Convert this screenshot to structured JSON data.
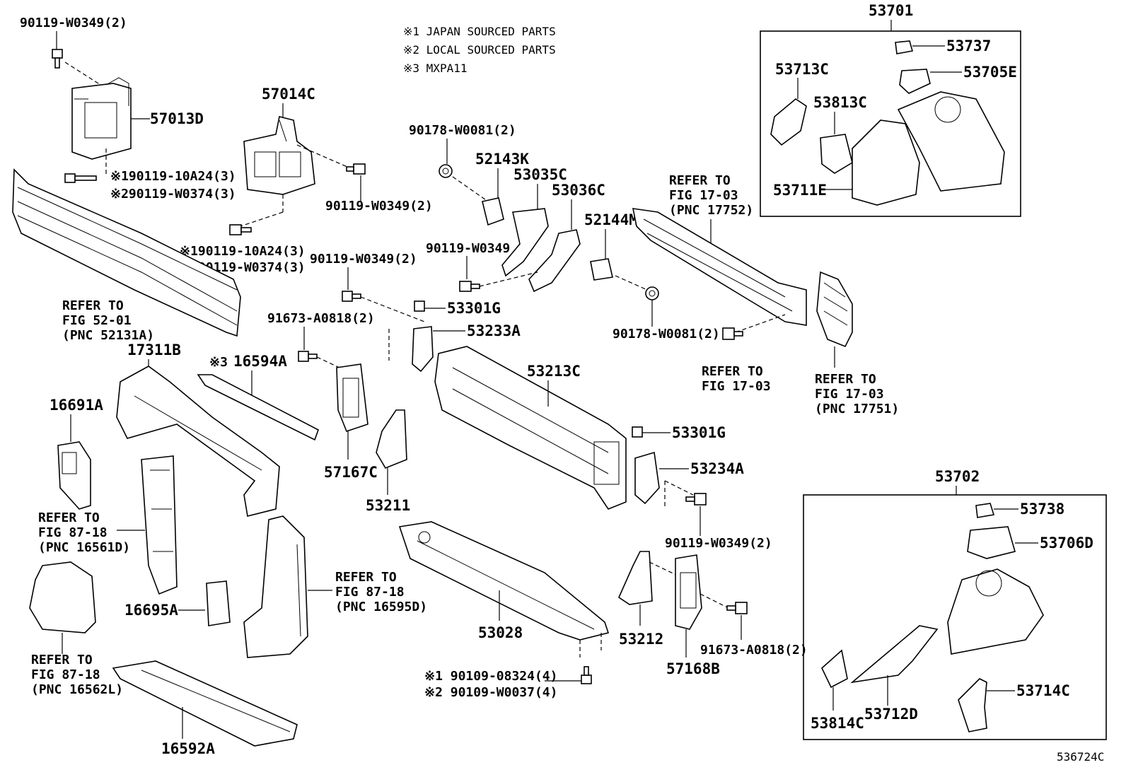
{
  "legend": [
    "※1  JAPAN SOURCED PARTS",
    "※2  LOCAL SOURCED PARTS",
    "※3  MXPA11"
  ],
  "labels": {
    "p_90119_w0349_2_top": "90119-W0349(2)",
    "p_57013d": "57013D",
    "p_90119_10a24_a": "※190119-10A24(3)",
    "p_90119_w0374_a": "※290119-W0374(3)",
    "p_57014c": "57014C",
    "p_90119_w0349_2_mid": "90119-W0349(2)",
    "p_90119_10a24_b": "※190119-10A24(3)",
    "p_90119_w0374_b": "※290119-W0374(3)",
    "p_refer_52_01_a": "REFER TO",
    "p_refer_52_01_b": "FIG 52-01",
    "p_refer_52_01_c": "(PNC 52131A)",
    "p_90178_w0081_2_a": "90178-W0081(2)",
    "p_52143k": "52143K",
    "p_53035c": "53035C",
    "p_53036c": "53036C",
    "p_52144m": "52144M",
    "p_refer_17752_a": "REFER TO",
    "p_refer_17752_b": "FIG 17-03",
    "p_refer_17752_c": "(PNC 17752)",
    "p_90119_w0349_single": "90119-W0349",
    "p_90119_w0349_2_c": "90119-W0349(2)",
    "p_53301g_a": "53301G",
    "p_91673_a0818_2_a": "91673-A0818(2)",
    "p_53233a": "53233A",
    "p_90178_w0081_2_b": "90178-W0081(2)",
    "p_refer_1703_a": "REFER TO",
    "p_refer_1703_b": "FIG 17-03",
    "p_refer_17751_a": "REFER TO",
    "p_refer_17751_b": "FIG 17-03",
    "p_refer_17751_c": "(PNC 17751)",
    "p_17311b": "17311B",
    "p_16594a_mark": "※3",
    "p_16594a": "16594A",
    "p_53213c": "53213C",
    "p_16691a": "16691A",
    "p_53301g_b": "53301G",
    "p_57167c": "57167C",
    "p_53234a": "53234A",
    "p_53211": "53211",
    "p_refer_16561d_a": "REFER TO",
    "p_refer_16561d_b": "FIG 87-18",
    "p_refer_16561d_c": "(PNC 16561D)",
    "p_90119_w0349_2_d": "90119-W0349(2)",
    "p_refer_16595d_a": "REFER TO",
    "p_refer_16595d_b": "FIG 87-18",
    "p_refer_16595d_c": "(PNC 16595D)",
    "p_16695a": "16695A",
    "p_53028": "53028",
    "p_53212": "53212",
    "p_91673_a0818_2_b": "91673-A0818(2)",
    "p_57168b": "57168B",
    "p_refer_16562l_a": "REFER TO",
    "p_refer_16562l_b": "FIG 87-18",
    "p_refer_16562l_c": "(PNC 16562L)",
    "p_90109_08324": "※1 90109-08324(4)",
    "p_90109_w0037": "※2 90109-W0037(4)",
    "p_16592a": "16592A",
    "p_53701": "53701",
    "p_53737": "53737",
    "p_53713c": "53713C",
    "p_53705e": "53705E",
    "p_53813c": "53813C",
    "p_53711e": "53711E",
    "p_53702": "53702",
    "p_53738": "53738",
    "p_53706d": "53706D",
    "p_53714c": "53714C",
    "p_53814c": "53814C",
    "p_53712d": "53712D"
  },
  "figure_id": "536724C"
}
